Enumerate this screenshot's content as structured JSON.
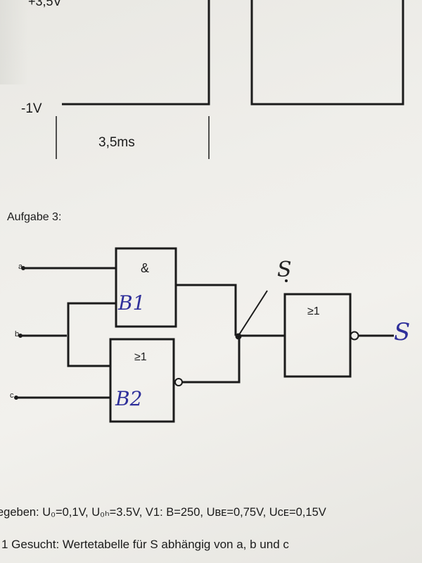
{
  "signal": {
    "voltage_top": "+3,5V",
    "voltage_bottom": "-1V",
    "duration": "3,5ms"
  },
  "task": {
    "title": "Aufgabe 3:"
  },
  "circuit": {
    "inputs": [
      "a",
      "b",
      "c"
    ],
    "gate1": {
      "symbol": "&",
      "handwritten_name": "B1"
    },
    "gate2": {
      "symbol": "≥1",
      "handwritten_name": "B2"
    },
    "gate3": {
      "symbol": "≥1"
    },
    "handwritten_switch_label": "S",
    "handwritten_output_label": "S"
  },
  "text": {
    "given": "egeben: U₀=0,1V, U₀ₕ=3.5V, V1: B=250, Uʙᴇ=0,75V, Uᴄᴇ=0,15V",
    "question": "1 Gesucht: Wertetabelle für S abhängig von a, b und c"
  }
}
